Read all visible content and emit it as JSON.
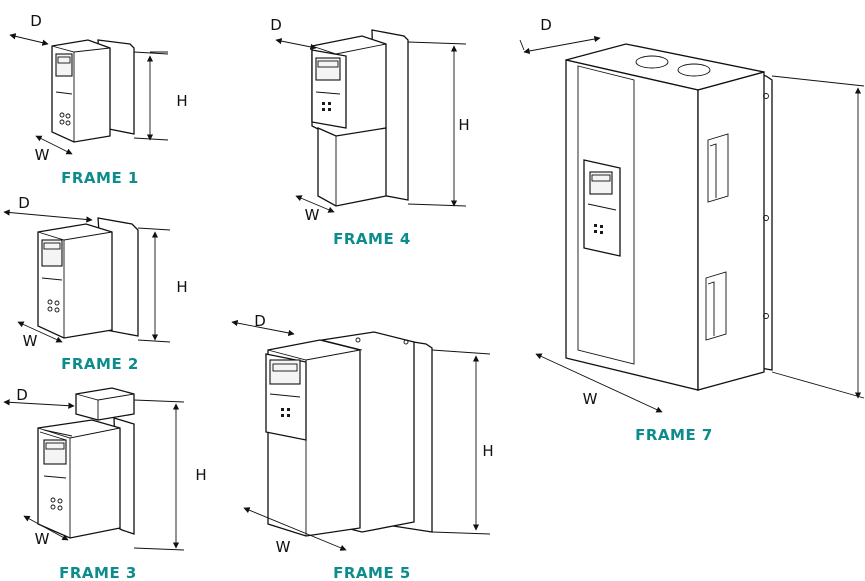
{
  "theme": {
    "label_color": "#0e8c8c",
    "line_color": "#111111"
  },
  "dims": {
    "d": "D",
    "h": "H",
    "w": "W"
  },
  "frames": [
    {
      "id": "frame1",
      "label": "FRAME 1"
    },
    {
      "id": "frame2",
      "label": "FRAME 2"
    },
    {
      "id": "frame3",
      "label": "FRAME 3"
    },
    {
      "id": "frame4",
      "label": "FRAME 4"
    },
    {
      "id": "frame5",
      "label": "FRAME 5"
    },
    {
      "id": "frame7",
      "label": "FRAME 7"
    }
  ]
}
